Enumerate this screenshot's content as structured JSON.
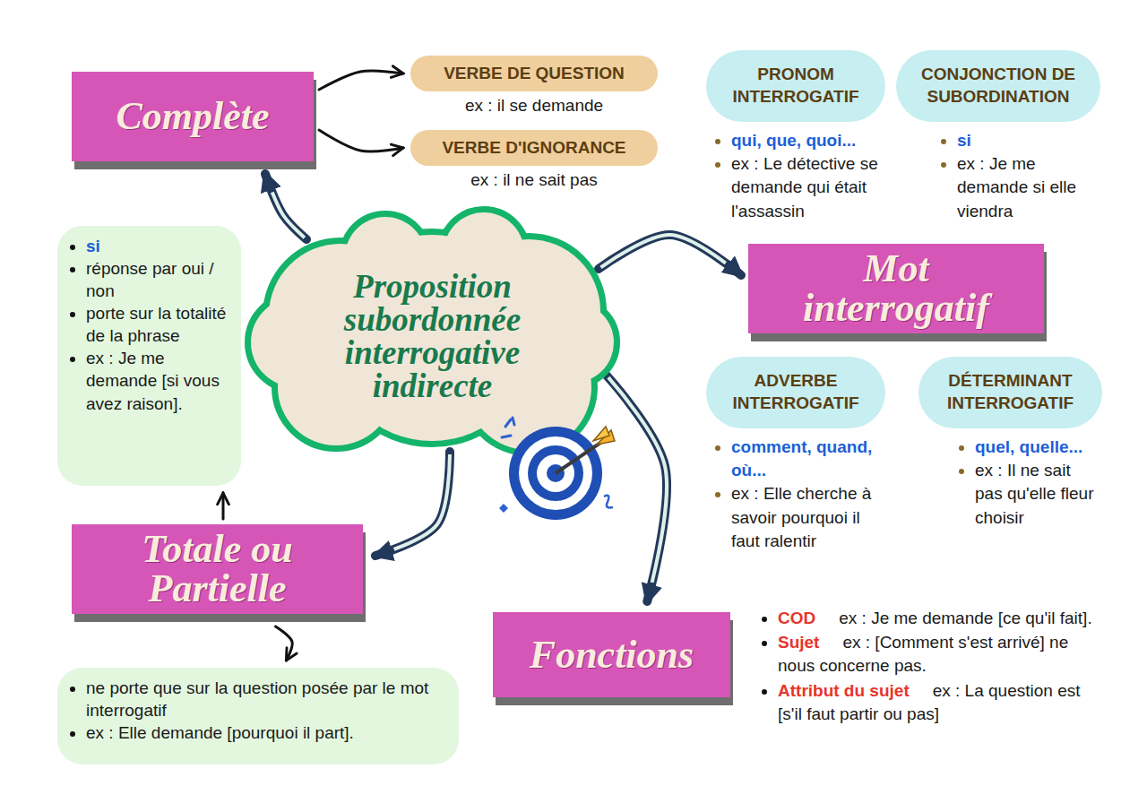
{
  "diagram": {
    "nodes": [
      {
        "text": [
          "Complète"
        ]
      },
      {
        "text": [
          "VERBE DE QUESTION",
          "ex : il se demande"
        ]
      },
      {
        "text": [
          "VERBE D'IGNORANCE",
          "ex : il ne sait pas"
        ]
      },
      {
        "text": [
          "PRONOM INTERROGATIF",
          "qui, que, quoi...",
          "ex : Le détective se demande qui était l'assassin"
        ]
      },
      {
        "text": [
          "CONJONCTION DE SUBORDINATION",
          "si",
          "ex : Je me demande si elle viendra"
        ]
      },
      {
        "text": [
          "si",
          "réponse par oui / non",
          "porte sur la totalité de la phrase",
          "ex : Je me demande [si vous avez raison]."
        ]
      },
      {
        "text": [
          "Proposition subordonnée interrogative indirecte"
        ]
      },
      {
        "text": [
          "Mot interrogatif"
        ]
      },
      {
        "text": [
          "ADVERBE INTERROGATIF",
          "comment, quand, où...",
          "ex : Elle cherche à savoir pourquoi il faut ralentir"
        ]
      },
      {
        "text": [
          "DÉTERMINANT INTERROGATIF",
          "quel, quelle...",
          "ex : Il ne sait pas qu'elle fleur choisir"
        ]
      },
      {
        "text": [
          "Totale ou Partielle"
        ]
      },
      {
        "text": [
          "Fonctions"
        ]
      },
      {
        "text": [
          "ne porte que sur la question posée par le mot interrogatif",
          "ex : Elle demande [pourquoi il part]."
        ]
      }
    ],
    "edges": [
      {
        "from": 6,
        "to": 0,
        "arrow": "to"
      },
      {
        "from": 0,
        "to": 1,
        "arrow": "to"
      },
      {
        "from": 0,
        "to": 2,
        "arrow": "to"
      },
      {
        "from": 6,
        "to": 7,
        "arrow": "to"
      },
      {
        "from": 6,
        "to": 10,
        "arrow": "to"
      },
      {
        "from": 10,
        "to": 5,
        "arrow": "to"
      },
      {
        "from": 10,
        "to": 12,
        "arrow": "to"
      },
      {
        "from": 6,
        "to": 11,
        "arrow": "to"
      }
    ],
    "labels": [
      "COD",
      "ex : Je me demande [ce qu'il fait].",
      "Sujet",
      "ex : [Comment s'est arrivé] ne nous concerne pas.",
      "Attribut du sujet",
      "ex : La question est [s'il faut partir ou pas]"
    ]
  }
}
